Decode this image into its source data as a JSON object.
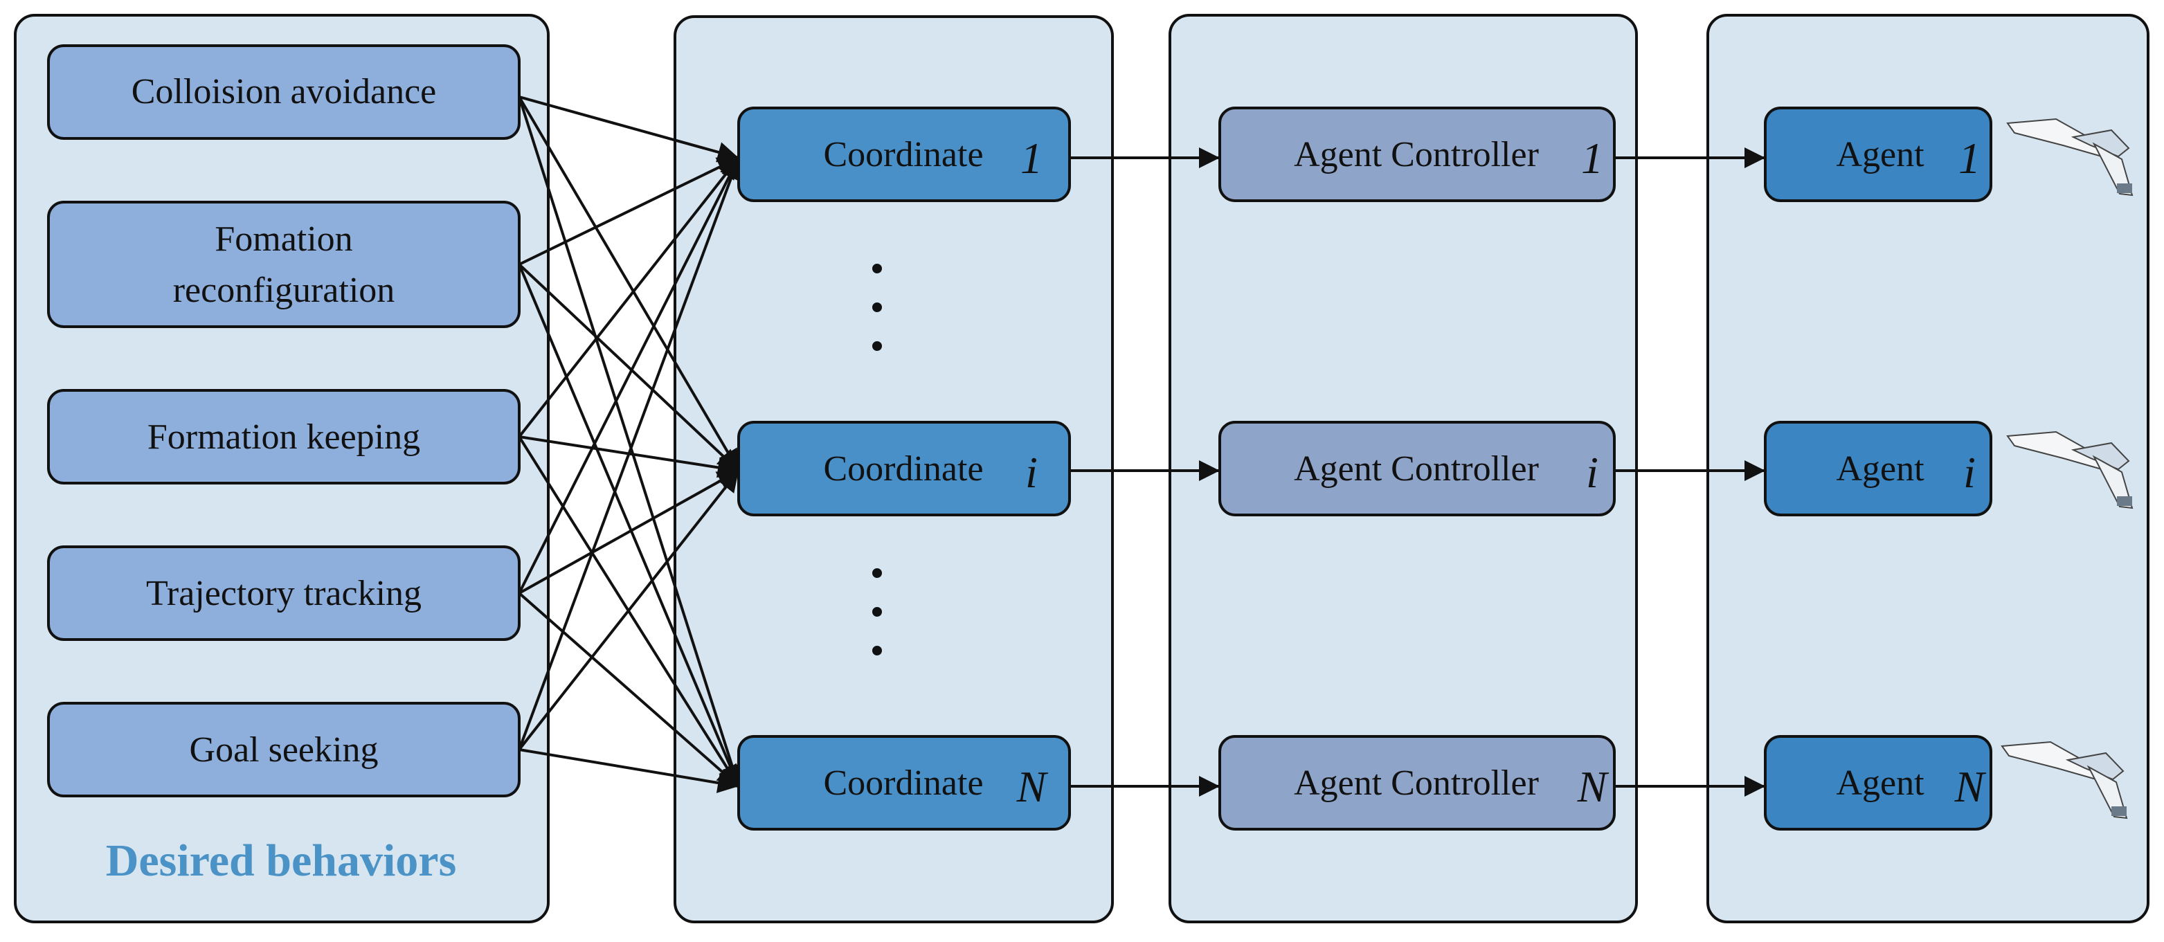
{
  "panel_title": "Desired behaviors",
  "behaviors": [
    {
      "lines": [
        "Colloision avoidance"
      ]
    },
    {
      "lines": [
        "Fomation",
        "reconfiguration"
      ]
    },
    {
      "lines": [
        "Formation keeping"
      ]
    },
    {
      "lines": [
        "Trajectory tracking"
      ]
    },
    {
      "lines": [
        "Goal seeking"
      ]
    }
  ],
  "coordinate_label": "Coordinate",
  "controller_label": "Agent Controller",
  "agent_label": "Agent",
  "indices": [
    "1",
    "i",
    "N"
  ],
  "ellipsis": "⋮",
  "colors": {
    "panel": "#d6e5ef",
    "behavior_box": "#8eaedc",
    "coordinate_box": "#4a90c8",
    "controller_box": "#8fa4c9",
    "agent_box": "#3a85c2",
    "title": "#4b93c6"
  },
  "icons": [
    "drone-icon"
  ]
}
